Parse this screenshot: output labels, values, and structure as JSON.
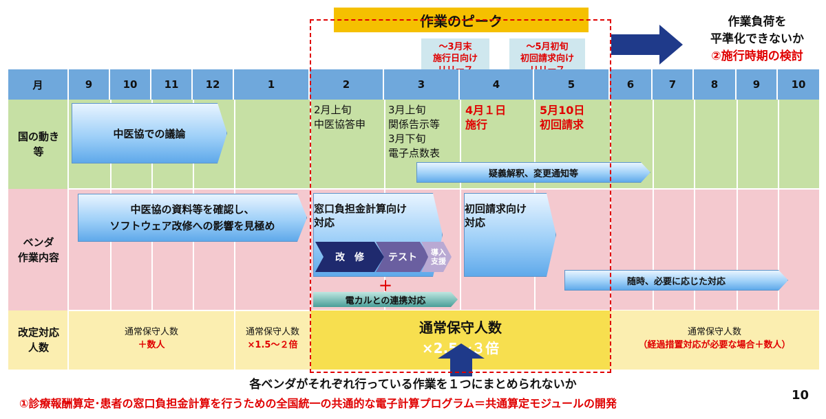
{
  "peak": {
    "label": "作業のピーク"
  },
  "releases": [
    {
      "lines": [
        "～3月末",
        "施行日向け",
        "リリース"
      ]
    },
    {
      "lines": [
        "～5月初旬",
        "初回請求向け",
        "リリース"
      ]
    }
  ],
  "top_right": {
    "line1": "作業負荷を",
    "line2": "平準化できないか",
    "line3": "②施行時期の検討"
  },
  "header": {
    "month_label": "月",
    "months": [
      "9",
      "10",
      "11",
      "12",
      "1",
      "2",
      "3",
      "4",
      "5",
      "6",
      "7",
      "8",
      "9",
      "10"
    ]
  },
  "row_labels": {
    "gov": "国の動き\n等",
    "vendor": "ベンダ\n作業内容",
    "staff": "改定対応\n人数"
  },
  "gov": {
    "chuikyo_arrow": "中医協での議論",
    "feb": [
      "2月上旬",
      "中医協答申"
    ],
    "mar": [
      "3月上旬",
      "関係告示等",
      "3月下旬",
      "電子点数表"
    ],
    "apr": [
      "4月１日",
      "施行"
    ],
    "may": [
      "5月10日",
      "初回請求"
    ],
    "qa_arrow": "疑義解釈、変更通知等"
  },
  "vendor": {
    "confirm_arrow": [
      "中医協の資料等を確認し、",
      "ソフトウェア改修への影響を見極め"
    ],
    "window_arrow": [
      "窓口負担金計算向け",
      "対応"
    ],
    "steps": {
      "modify": "改　修",
      "test": "テスト",
      "intro": "導入\n支援"
    },
    "plus": "＋",
    "ecard": "電カルとの連携対応",
    "first_claim_arrow": [
      "初回請求向け",
      "対応"
    ],
    "asneeded_arrow": "随時、必要に応じた対応"
  },
  "staff": {
    "left": {
      "line1": "通常保守人数",
      "line2": "＋数人"
    },
    "jan": {
      "line1": "通常保守人数",
      "line2": "×1.5～２倍"
    },
    "peak": {
      "line1": "通常保守人数",
      "line2": "×2.5～３倍"
    },
    "right": {
      "line1": "通常保守人数",
      "line2": "（経過措置対応が必要な場合＋数人）"
    }
  },
  "bottom": {
    "line1": "各ベンダがそれぞれ行っている作業を１つにまとめられないか",
    "line2": "①診療報酬算定･患者の窓口負担金計算を行うための全国統一の共通的な電子計算プログラム＝共通算定モジュールの開発",
    "page_number": "10"
  },
  "colors": {
    "header": "#6fa8dc",
    "gov_band": "#c6e0a4",
    "vendor_band": "#f4c9cf",
    "staff_band": "#fbeeb0",
    "peak": "#f5c000",
    "accent_red": "#e00000",
    "navy_arrow": "#1f3a8a"
  }
}
